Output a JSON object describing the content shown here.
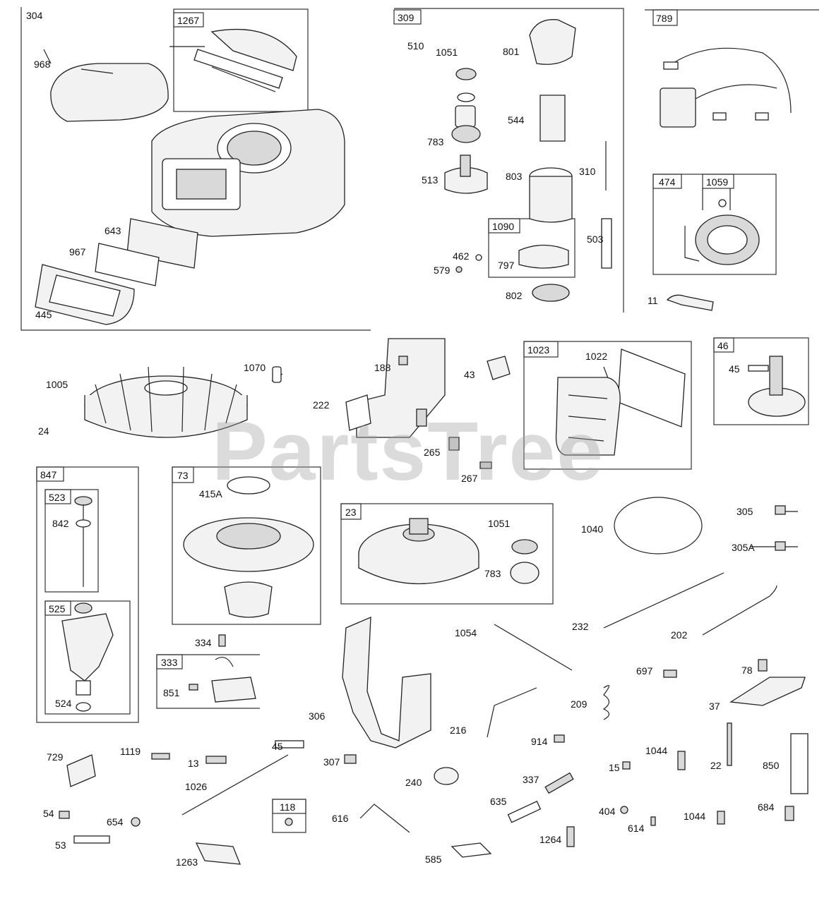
{
  "watermark": "PartsTree",
  "groups": {
    "g304": "304",
    "g1267": "1267",
    "g309": "309",
    "g789": "789",
    "g474": "474",
    "g1059": "1059",
    "g1090": "1090",
    "g1023": "1023",
    "g46": "46",
    "g847": "847",
    "g523": "523",
    "g525": "525",
    "g73": "73",
    "g23": "23",
    "g333": "333",
    "g118": "118"
  },
  "callouts": {
    "p968": "968",
    "p643": "643",
    "p967": "967",
    "p445": "445",
    "p510": "510",
    "p1051a": "1051",
    "p801": "801",
    "p544": "544",
    "p783a": "783",
    "p513": "513",
    "p803": "803",
    "p310": "310",
    "p462": "462",
    "p579": "579",
    "p797": "797",
    "p802": "802",
    "p503": "503",
    "p11": "11",
    "p1005": "1005",
    "p24": "24",
    "p1070": "1070",
    "p188": "188",
    "p222": "222",
    "p43": "43",
    "p265": "265",
    "p267": "267",
    "p1022": "1022",
    "p45a": "45",
    "p842": "842",
    "p524": "524",
    "p415a": "415A",
    "p1051b": "1051",
    "p783b": "783",
    "p1040": "1040",
    "p305": "305",
    "p305a": "305A",
    "p232": "232",
    "p202": "202",
    "p334": "334",
    "p851": "851",
    "p306": "306",
    "p1054": "1054",
    "p697": "697",
    "p78": "78",
    "p209": "209",
    "p37": "37",
    "p216": "216",
    "p914": "914",
    "p729": "729",
    "p1119": "1119",
    "p13": "13",
    "p45b": "45",
    "p307": "307",
    "p240": "240",
    "p337": "337",
    "p1044a": "1044",
    "p15": "15",
    "p22": "22",
    "p850": "850",
    "p1026": "1026",
    "p54": "54",
    "p654": "654",
    "p53": "53",
    "p616": "616",
    "p635": "635",
    "p404": "404",
    "p614": "614",
    "p1044b": "1044",
    "p684": "684",
    "p1264": "1264",
    "p585": "585",
    "p1263": "1263"
  }
}
